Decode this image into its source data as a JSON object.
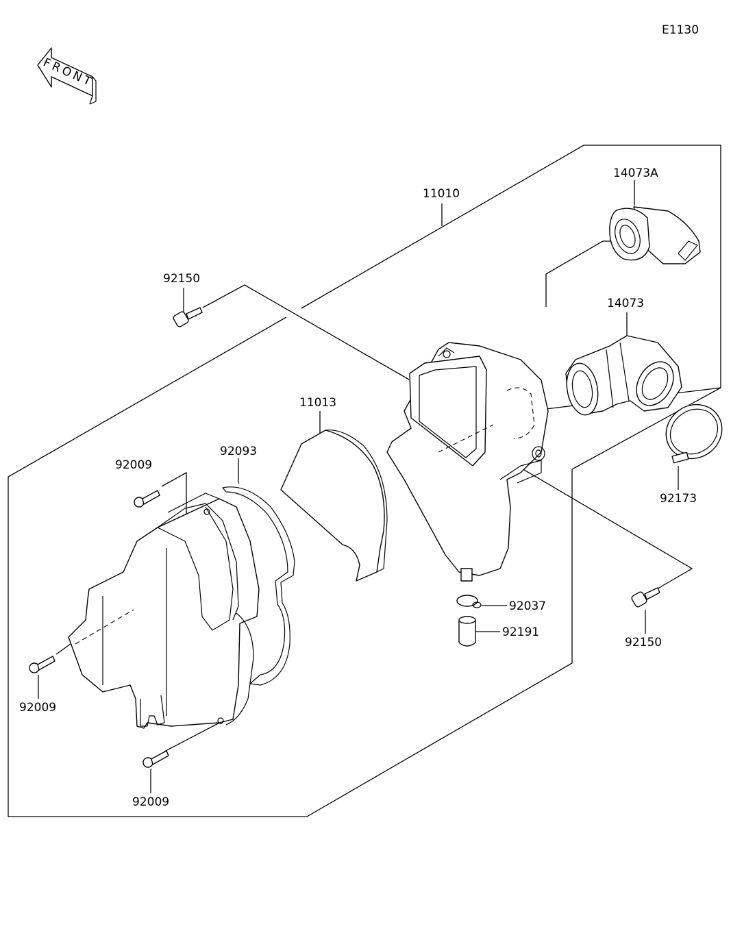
{
  "diagram_code": "E1130",
  "front_arrow_text": "FRONT",
  "labels": {
    "assy_11010": "11010",
    "intake_14073A": "14073A",
    "bolt_92150_top": "92150",
    "duct_14073": "14073",
    "element_11013": "11013",
    "packing_92093": "92093",
    "screw_92009_top": "92009",
    "clamp_92173": "92173",
    "clip_92037": "92037",
    "cap_92191": "92191",
    "bolt_92150_right": "92150",
    "screw_92009_left": "92009",
    "screw_92009_bottom": "92009"
  }
}
